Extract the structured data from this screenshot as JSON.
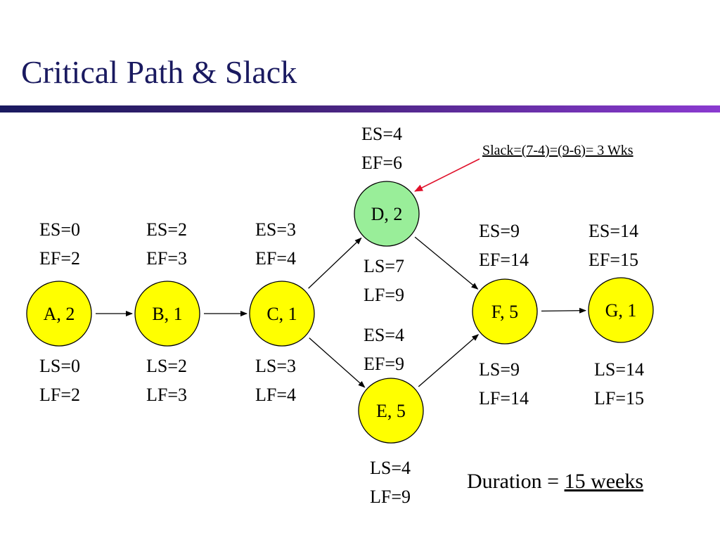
{
  "slide": {
    "title": "Critical Path & Slack",
    "colors": {
      "title": "#1a1a60",
      "critical_node_fill": "#ffff00",
      "noncritical_node_fill": "#99ee99",
      "slack_arrow": "#e0102a"
    }
  },
  "network": {
    "nodes": [
      {
        "id": "A",
        "label": "A, 2",
        "critical": true,
        "upper": [
          "ES=0",
          "EF=2"
        ],
        "lower": [
          "LS=0",
          "LF=2"
        ]
      },
      {
        "id": "B",
        "label": "B, 1",
        "critical": true,
        "upper": [
          "ES=2",
          "EF=3"
        ],
        "lower": [
          "LS=2",
          "LF=3"
        ]
      },
      {
        "id": "C",
        "label": "C, 1",
        "critical": true,
        "upper": [
          "ES=3",
          "EF=4"
        ],
        "lower": [
          "LS=3",
          "LF=4"
        ]
      },
      {
        "id": "D",
        "label": "D, 2",
        "critical": false,
        "upper": [
          "ES=4",
          "EF=6"
        ],
        "lower": [
          "LS=7",
          "LF=9"
        ]
      },
      {
        "id": "E",
        "label": "E, 5",
        "critical": true,
        "upper": [
          "ES=4",
          "EF=9"
        ],
        "lower": [
          "LS=4",
          "LF=9"
        ]
      },
      {
        "id": "F",
        "label": "F, 5",
        "critical": true,
        "upper": [
          "ES=9",
          "EF=14"
        ],
        "lower": [
          "LS=9",
          "LF=14"
        ]
      },
      {
        "id": "G",
        "label": "G, 1",
        "critical": true,
        "upper": [
          "ES=14",
          "EF=15"
        ],
        "lower": [
          "LS=14",
          "LF=15"
        ]
      }
    ],
    "edges": [
      {
        "from": "A",
        "to": "B"
      },
      {
        "from": "B",
        "to": "C"
      },
      {
        "from": "C",
        "to": "D"
      },
      {
        "from": "C",
        "to": "E"
      },
      {
        "from": "D",
        "to": "F"
      },
      {
        "from": "E",
        "to": "F"
      },
      {
        "from": "F",
        "to": "G"
      }
    ],
    "slack_note": "Slack=(7-4)=(9-6)= 3 Wks",
    "duration_label": "Duration = ",
    "duration_value": "15 weeks"
  }
}
